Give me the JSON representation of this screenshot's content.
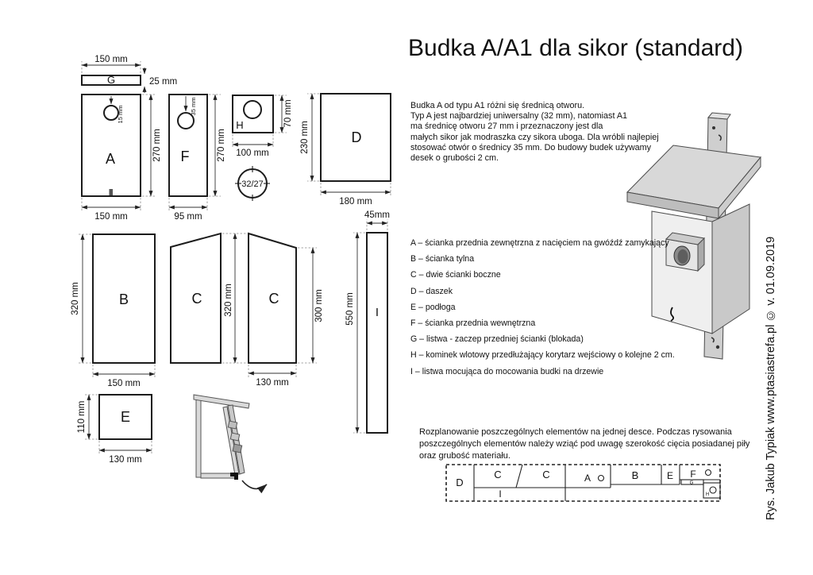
{
  "title": "Budka A/A1 dla sikor (standard)",
  "intro": "Budka A od typu A1 różni się średnicą otworu.\nTyp A jest najbardziej uniwersalny (32 mm), natomiast A1\nma średnicę otworu 27 mm i przeznaczony jest dla\nmałych sikor jak modraszka czy sikora uboga. Dla wróbli najlepiej\nstosować otwór o średnicy 35 mm. Do budowy budek używamy\ndesek o grubości 2 cm.",
  "legend": [
    "A – ścianka przednia zewnętrzna z nacięciem na gwóźdź zamykający",
    "B – ścianka tylna",
    "C – dwie ścianki boczne",
    "D – daszek",
    "E – podłoga",
    "F – ścianka przednia wewnętrzna",
    "G – listwa - zaczep przedniej ścianki (blokada)",
    "H – kominek wlotowy przedłużający korytarz wejściowy o kolejne 2 cm.",
    "I – listwa mocująca do mocowania budki na drzewie"
  ],
  "note": "Rozplanowanie poszczególnych elementów na jednej desce. Podczas rysowania\nposzczególnych elementów należy wziąć pod uwagę szerokość cięcia posiadanej piły\noraz grubość materiału.",
  "credit": "Rys. Jakub Typiak www.ptasiastrefa.pl ©  v. 01.09.2019",
  "pieces": {
    "g": {
      "label": "G",
      "w": "150 mm",
      "t": "25 mm"
    },
    "a": {
      "label": "A",
      "w": "150 mm",
      "h": "270 mm",
      "hole": "15 mm"
    },
    "f": {
      "label": "F",
      "w": "95 mm",
      "h": "270 mm",
      "hole": "35 mm"
    },
    "h": {
      "label": "H",
      "w": "100 mm",
      "h": "70 mm"
    },
    "hole_label": "32/27",
    "d": {
      "label": "D",
      "w": "180 mm",
      "h": "230 mm"
    },
    "b": {
      "label": "B",
      "w": "150 mm",
      "h": "320 mm"
    },
    "c1": {
      "label": "C",
      "h": "320 mm"
    },
    "c2": {
      "label": "C",
      "w": "130 mm",
      "h": "300 mm"
    },
    "i": {
      "label": "I",
      "w": "45mm",
      "h": "550 mm"
    },
    "e": {
      "label": "E",
      "w": "130 mm",
      "h": "110 mm"
    }
  },
  "board": {
    "cells": [
      "D",
      "C",
      "C",
      "I",
      "A",
      "B",
      "E",
      "F",
      "G",
      "H"
    ]
  },
  "colors": {
    "line": "#1c1c1c",
    "fill_light": "#efefef",
    "fill_mid": "#cfcfcf",
    "fill_dark": "#ababab"
  }
}
